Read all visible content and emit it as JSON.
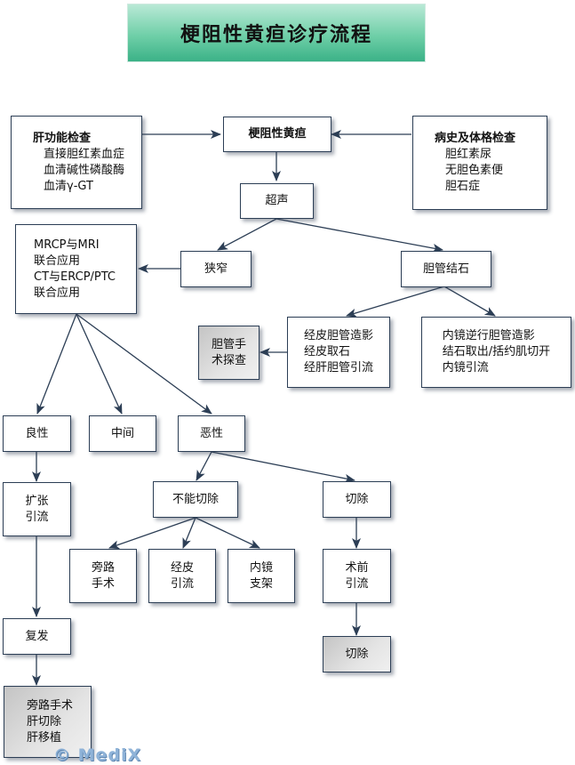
{
  "title": "梗阻性黄疸诊疗流程",
  "colors": {
    "title_gradient_top": "#b9e9d6",
    "title_gradient_bottom": "#3bb287",
    "border": "#2c3e55",
    "arrow": "#2c3e55"
  },
  "nodes": {
    "liver_function": {
      "heading": "肝功能检查",
      "lines": [
        "直接胆红素血症",
        "血清碱性磷酸酶",
        "血清γ-GT"
      ]
    },
    "obstructive_jaundice": {
      "heading": "梗阻性黄疸"
    },
    "history_exam": {
      "heading": "病史及体格检查",
      "lines": [
        "胆红素尿",
        "无胆色素便",
        "胆石症"
      ]
    },
    "ultrasound": {
      "lines": [
        "超声"
      ]
    },
    "stricture": {
      "lines": [
        "狭窄"
      ]
    },
    "imaging": {
      "lines": [
        "MRCP与MRI",
        "联合应用",
        "CT与ERCP/PTC",
        "联合应用"
      ]
    },
    "bile_duct_stones": {
      "lines": [
        "胆管结石"
      ]
    },
    "percutaneous": {
      "lines": [
        "经皮胆管造影",
        "经皮取石",
        "经肝胆管引流"
      ]
    },
    "endoscopic": {
      "lines": [
        "内镜逆行胆管造影",
        "结石取出/括约肌切开",
        "内镜引流"
      ]
    },
    "surgical_exploration": {
      "lines": [
        "胆管手",
        "术探查"
      ]
    },
    "benign": {
      "lines": [
        "良性"
      ]
    },
    "intermediate": {
      "lines": [
        "中间"
      ]
    },
    "malignant": {
      "lines": [
        "恶性"
      ]
    },
    "dilation_drainage": {
      "lines": [
        "扩张",
        "引流"
      ]
    },
    "unresectable": {
      "lines": [
        "不能切除"
      ]
    },
    "resectable": {
      "lines": [
        "切除"
      ]
    },
    "bypass_surgery": {
      "lines": [
        "旁路",
        "手术"
      ]
    },
    "percutaneous_drainage": {
      "lines": [
        "经皮",
        "引流"
      ]
    },
    "endoscopic_stent": {
      "lines": [
        "内镜",
        "支架"
      ]
    },
    "preop_drainage": {
      "lines": [
        "术前",
        "引流"
      ]
    },
    "recurrence": {
      "lines": [
        "复发"
      ]
    },
    "final_resection": {
      "lines": [
        "切除"
      ]
    },
    "final_options": {
      "lines": [
        "旁路手术",
        "肝切除",
        "肝移植"
      ]
    }
  },
  "watermark": "© MediX"
}
